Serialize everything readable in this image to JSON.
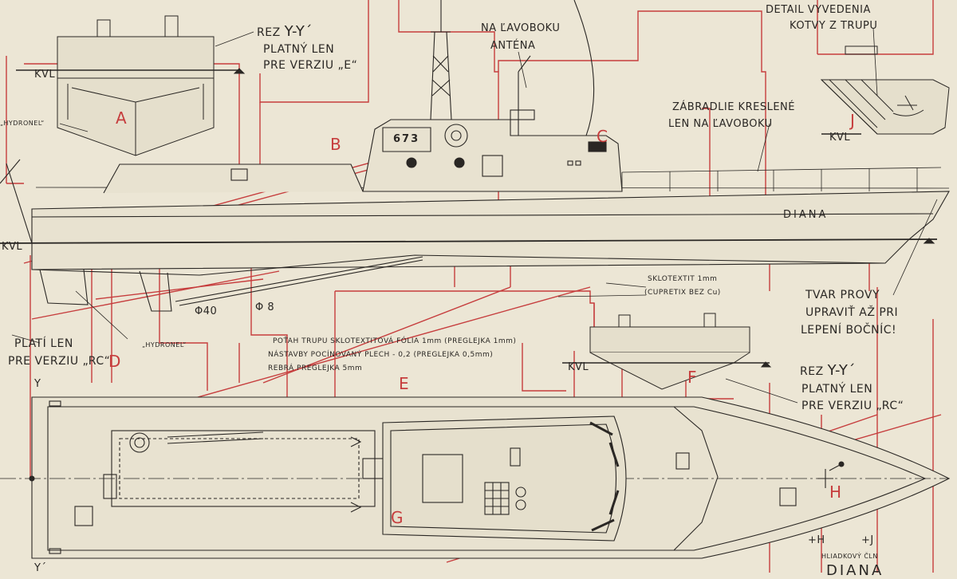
{
  "notes": {
    "section_e_line1": "REZ",
    "section_e_yy": "Y-Y´",
    "section_e_line2": "PLATNÝ LEN",
    "section_e_line3": "PRE VERZIU „E“",
    "antenna_line1": "NA ĽAVOBOKU",
    "antenna_line2": "ANTÉNA",
    "anchor_line1": "DETAIL VYVEDENIA",
    "anchor_line2": "KOTVY Z TRUPU",
    "railing_line1": "ZÁBRADLIE KRESLENÉ",
    "railing_line2": "LEN NA ĽAVOBOKU",
    "bow_line1": "TVAR PROVY",
    "bow_line2": "UPRAVIŤ AŽ PRI",
    "bow_line3": "LEPENÍ BOČNÍC!",
    "rc_line1": "PLATÍ LEN",
    "rc_line2": "PRE VERZIU „RC“",
    "section_rc_line1": "REZ",
    "section_rc_yy": "Y-Y´",
    "section_rc_line2": "PLATNÝ LEN",
    "section_rc_line3": "PRE VERZIU „RC“",
    "hydronel_top": "„HYDRONEL“",
    "hydronel_bottom": "„HYDRONEL“",
    "sklotextit_line1": "SKLOTEXTIT 1mm",
    "sklotextit_line2": "(CUPRETIX BEZ Cu)",
    "spec_line1": "POŤAH TRUPU SKLOTEXTITOVÁ FÓLIA 1mm (PREGLEJKA 1mm)",
    "spec_line2": "NÁSTAVBY POCÍNOVANÝ PLECH - 0,2 (PREGLEJKA 0,5mm)",
    "spec_line3": "REBRÁ PREGLEJKA 5mm",
    "phi40": "Φ40",
    "phi8": "Φ 8",
    "hull_number": "673",
    "ship_name": "DIANA",
    "caption": "HLIADKOVÝ ČLN",
    "caption_name": "DIANA"
  },
  "markers": {
    "kvl_a": "KVL",
    "kvl_main": "KVL",
    "kvl_j": "KVL",
    "kvl_f": "KVL",
    "y_top": "Y",
    "y_bottom": "Y´",
    "plus_h": "+H",
    "plus_j": "+J"
  },
  "grid_letters": {
    "a": "A",
    "b": "B",
    "c": "C",
    "d": "D",
    "e": "E",
    "f": "F",
    "g": "G",
    "h": "H",
    "j": "J"
  },
  "colors": {
    "paper": "#ece6d5",
    "ink": "#2a2724",
    "grid_red": "#c63d3d"
  }
}
